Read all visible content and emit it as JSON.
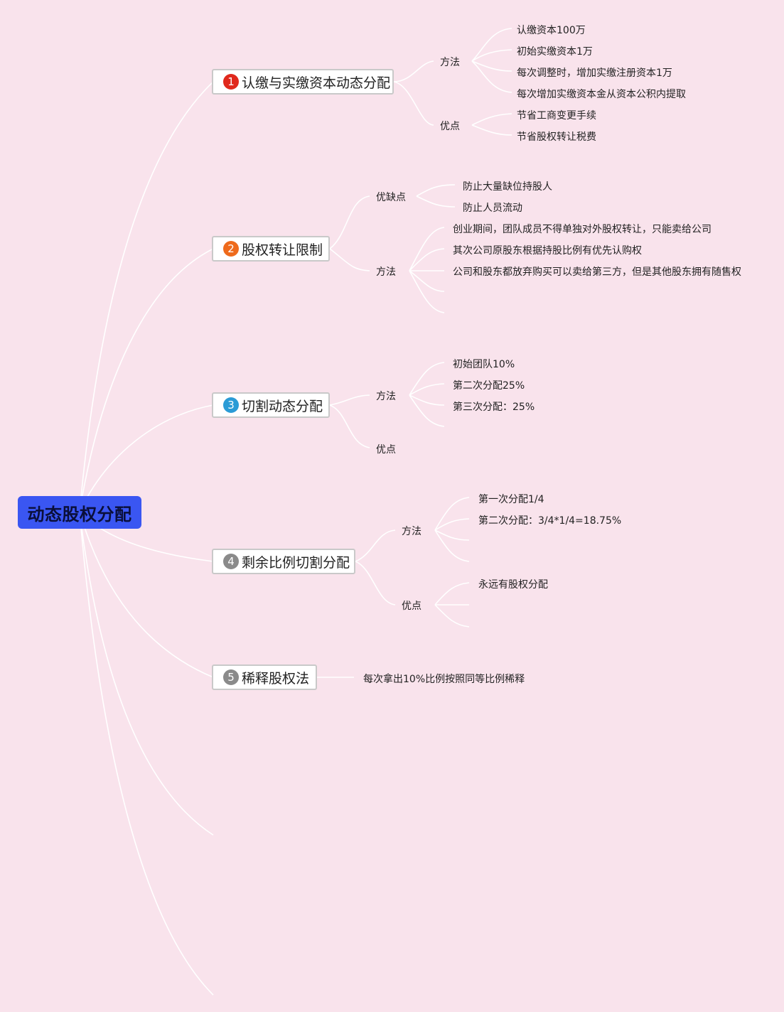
{
  "root": {
    "label": "动态股权分配"
  },
  "colors": {
    "background": "#f9e3ec",
    "root": "#3a56f2",
    "badge1": "#e0281c",
    "badge2": "#ee6a1c",
    "badge3": "#2a9bd6",
    "badge4": "#8a8a8a",
    "badge5": "#8a8a8a"
  },
  "topics": [
    {
      "number": "1",
      "label": "认缴与实缴资本动态分配",
      "groups": [
        {
          "label": "方法",
          "items": [
            "认缴资本100万",
            "初始实缴资本1万",
            "每次调整时，增加实缴注册资本1万",
            "每次增加实缴资本金从资本公积内提取"
          ]
        },
        {
          "label": "优点",
          "items": [
            "节省工商变更手续",
            "节省股权转让税费"
          ]
        }
      ]
    },
    {
      "number": "2",
      "label": "股权转让限制",
      "groups": [
        {
          "label": "优缺点",
          "items": [
            "防止大量缺位持股人",
            "防止人员流动"
          ]
        },
        {
          "label": "方法",
          "items": [
            "创业期间，团队成员不得单独对外股权转让，只能卖给公司",
            "其次公司原股东根据持股比例有优先认购权",
            "公司和股东都放弃购买可以卖给第三方，但是其他股东拥有随售权"
          ]
        }
      ]
    },
    {
      "number": "3",
      "label": "切割动态分配",
      "groups": [
        {
          "label": "方法",
          "items": [
            "初始团队10%",
            "第二次分配25%",
            "第三次分配：25%"
          ]
        },
        {
          "label": "优点",
          "items": []
        }
      ]
    },
    {
      "number": "4",
      "label": "剩余比例切割分配",
      "groups": [
        {
          "label": "方法",
          "items": [
            "第一次分配1/4",
            "第二次分配：3/4*1/4=18.75%"
          ]
        },
        {
          "label": "优点",
          "items": [
            "永远有股权分配"
          ]
        }
      ]
    },
    {
      "number": "5",
      "label": "稀释股权法",
      "groups": [
        {
          "label": "每次拿出10%比例按照同等比例稀释",
          "items": []
        }
      ]
    }
  ]
}
